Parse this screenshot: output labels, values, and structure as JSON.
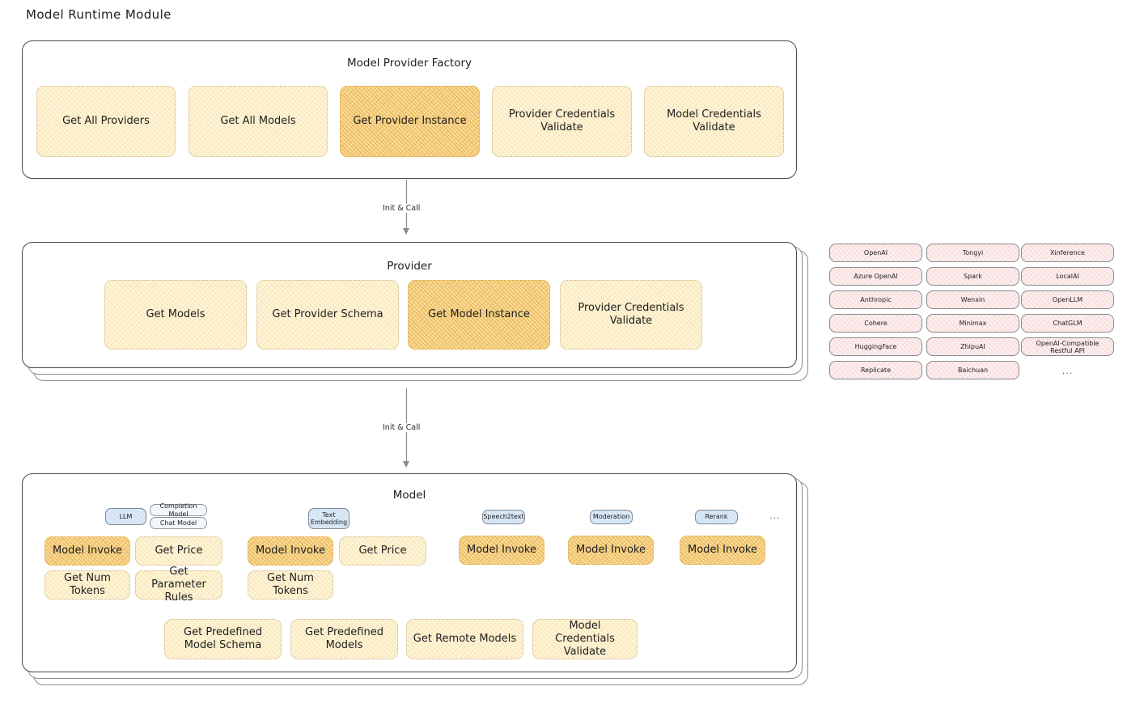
{
  "page": {
    "title": "Model Runtime Module"
  },
  "factory": {
    "title": "Model Provider Factory",
    "methods": [
      {
        "label": "Get All Providers",
        "highlight": false
      },
      {
        "label": "Get All Models",
        "highlight": false
      },
      {
        "label": "Get Provider Instance",
        "highlight": true
      },
      {
        "label": "Provider Credentials Validate",
        "highlight": false
      },
      {
        "label": "Model Credentials Validate",
        "highlight": false
      }
    ]
  },
  "arrow1": {
    "label": "Init & Call"
  },
  "provider": {
    "title": "Provider",
    "stack_layers": 2,
    "methods": [
      {
        "label": "Get Models",
        "highlight": false
      },
      {
        "label": "Get Provider Schema",
        "highlight": false
      },
      {
        "label": "Get Model Instance",
        "highlight": true
      },
      {
        "label": "Provider Credentials Validate",
        "highlight": false
      }
    ]
  },
  "provider_list": {
    "ellipsis": "...",
    "columns": [
      [
        "OpenAI",
        "Azure OpenAI",
        "Anthropic",
        "Cohere",
        "HuggingFace",
        "Replicate"
      ],
      [
        "Tongyi",
        "Spark",
        "Wenxin",
        "Minimax",
        "ZhipuAI",
        "Baichuan"
      ],
      [
        "Xinference",
        "LocalAI",
        "OpenLLM",
        "ChatGLM",
        "OpenAI-Compatible Restful API"
      ]
    ]
  },
  "arrow2": {
    "label": "Init & Call"
  },
  "model": {
    "title": "Model",
    "stack_layers": 2,
    "ellipsis": "...",
    "types": [
      {
        "badge": "LLM",
        "sub_badges": [
          "Completion Model",
          "Chat Model"
        ],
        "methods": [
          {
            "label": "Model Invoke",
            "highlight": true
          },
          {
            "label": "Get Price",
            "highlight": false
          },
          {
            "label": "Get Num Tokens",
            "highlight": false
          },
          {
            "label": "Get Parameter Rules",
            "highlight": false
          }
        ]
      },
      {
        "badge": "Text Embedding",
        "sub_badges": [],
        "methods": [
          {
            "label": "Model Invoke",
            "highlight": true
          },
          {
            "label": "Get Price",
            "highlight": false
          },
          {
            "label": "Get Num Tokens",
            "highlight": false
          }
        ]
      },
      {
        "badge": "Speech2text",
        "sub_badges": [],
        "methods": [
          {
            "label": "Model Invoke",
            "highlight": true
          }
        ]
      },
      {
        "badge": "Moderation",
        "sub_badges": [],
        "methods": [
          {
            "label": "Model Invoke",
            "highlight": true
          }
        ]
      },
      {
        "badge": "Rerank",
        "sub_badges": [],
        "methods": [
          {
            "label": "Model Invoke",
            "highlight": true
          }
        ]
      }
    ],
    "common_methods": [
      {
        "label": "Get Predefined Model Schema"
      },
      {
        "label": "Get Predefined Models"
      },
      {
        "label": "Get Remote Models"
      },
      {
        "label": "Model Credentials Validate"
      }
    ]
  },
  "colors": {
    "box_fill": "#fdf5dc",
    "box_fill_highlight": "#f8dda0",
    "badge_fill": "#dceaf7",
    "pill_fill": "#fdf0f0",
    "frame_stroke": "#4a4a4a",
    "text": "#1e1e1e"
  }
}
